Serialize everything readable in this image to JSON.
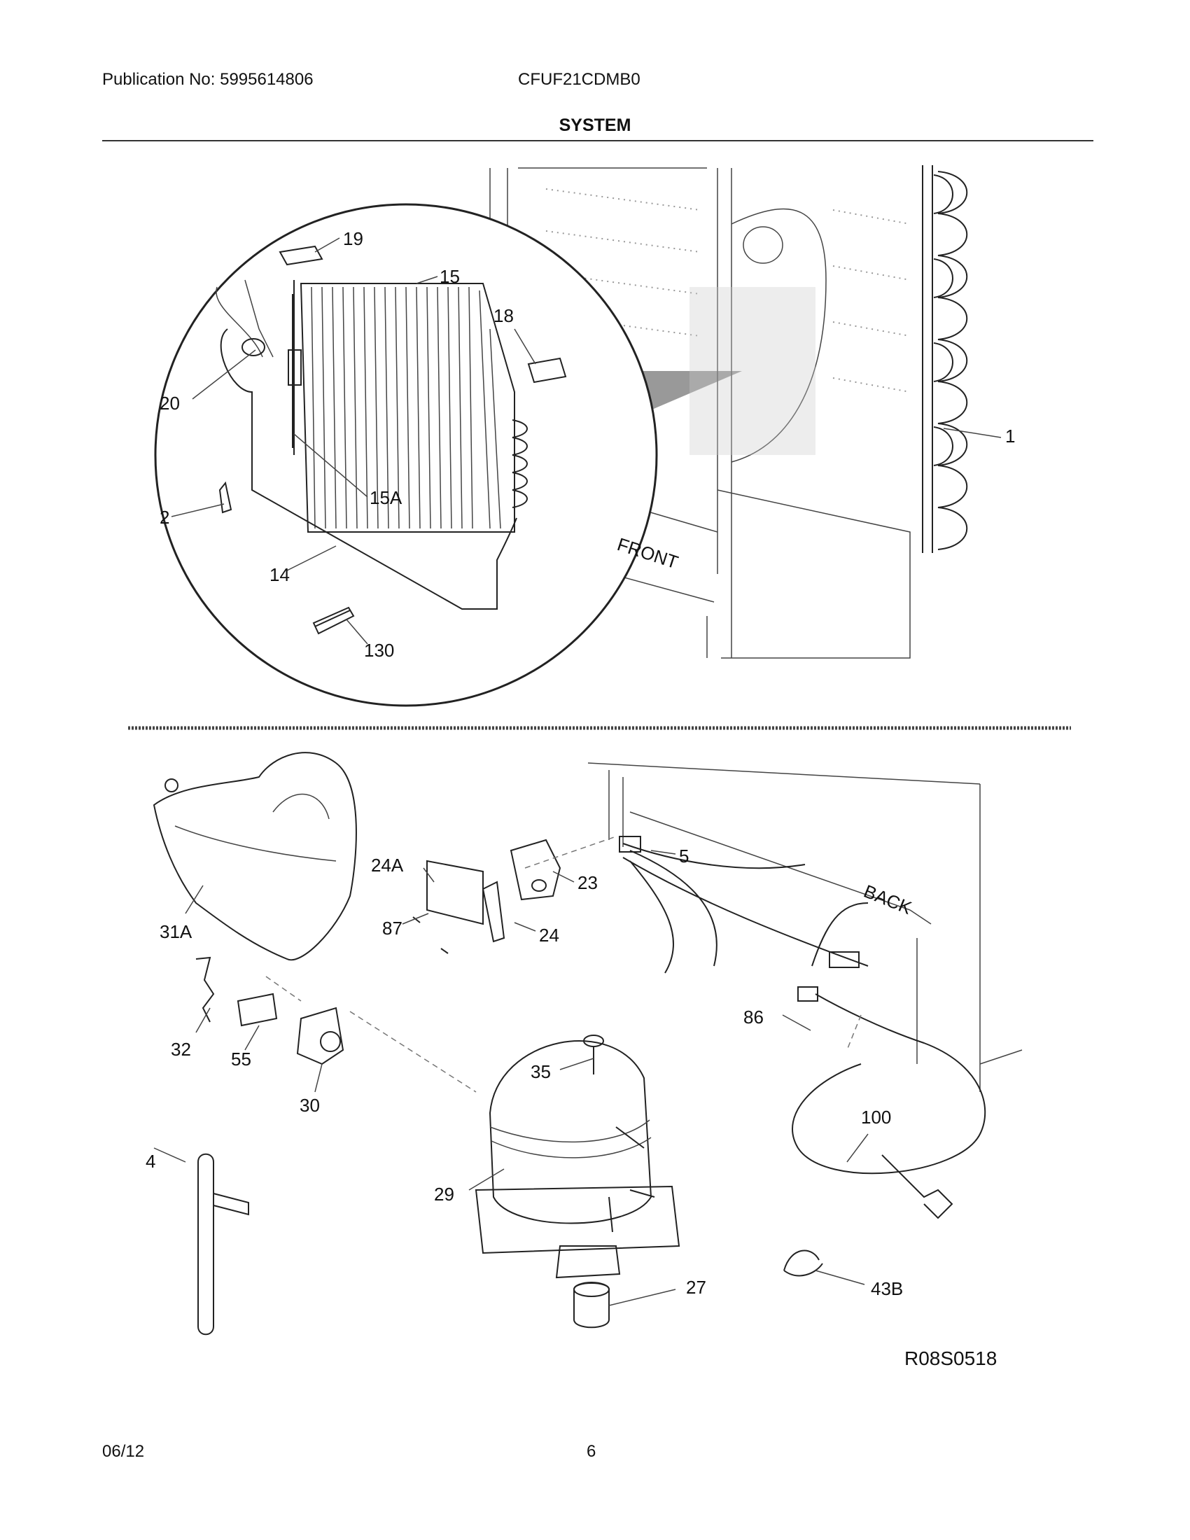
{
  "header": {
    "publication": "Publication No: 5995614806",
    "model": "CFUF21CDMB0",
    "title": "SYSTEM"
  },
  "diagram": {
    "labels": {
      "front": "FRONT",
      "back": "BACK"
    },
    "callouts": {
      "c19": "19",
      "c15": "15",
      "c18": "18",
      "c20": "20",
      "c15a": "15A",
      "c2": "2",
      "c14": "14",
      "c130": "130",
      "c1": "1",
      "c24a": "24A",
      "c23": "23",
      "c5": "5",
      "c31a": "31A",
      "c87": "87",
      "c24": "24",
      "c32": "32",
      "c55": "55",
      "c30": "30",
      "c86": "86",
      "c35": "35",
      "c100": "100",
      "c4": "4",
      "c29": "29",
      "c27": "27",
      "c43b": "43B"
    },
    "drawing_code": "R08S0518"
  },
  "footer": {
    "date": "06/12",
    "page": "6"
  }
}
